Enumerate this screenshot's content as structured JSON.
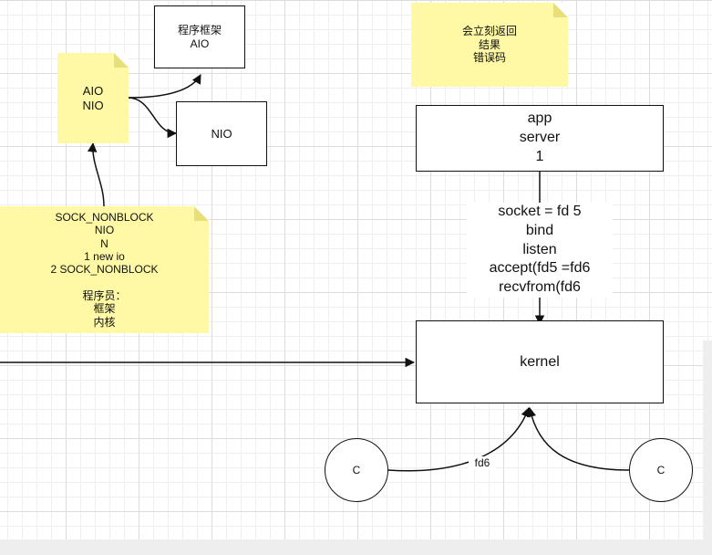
{
  "nodes": {
    "framework_box": "程序框架\nAIO",
    "nio_box": "NIO",
    "aio_nio_note": "AIO\nNIO",
    "sock_note": "SOCK_NONBLOCK\nNIO\nN\n1  new io\n2  SOCK_NONBLOCK\n\n程序员：\n框架\n内核",
    "return_note": "会立刻返回\n结果\n错误码",
    "app_box": "app\nserver\n1",
    "kernel_box": "kernel",
    "client_left": "C",
    "client_right": "C"
  },
  "edge_labels": {
    "syscalls": "socket = fd 5\nbind\nlisten\naccept(fd5 =fd6\nrecvfrom(fd6",
    "fd6": "fd6"
  },
  "colors": {
    "note_fill": "#fff9a6",
    "line": "#111111",
    "grid": "#dcdcdc"
  }
}
